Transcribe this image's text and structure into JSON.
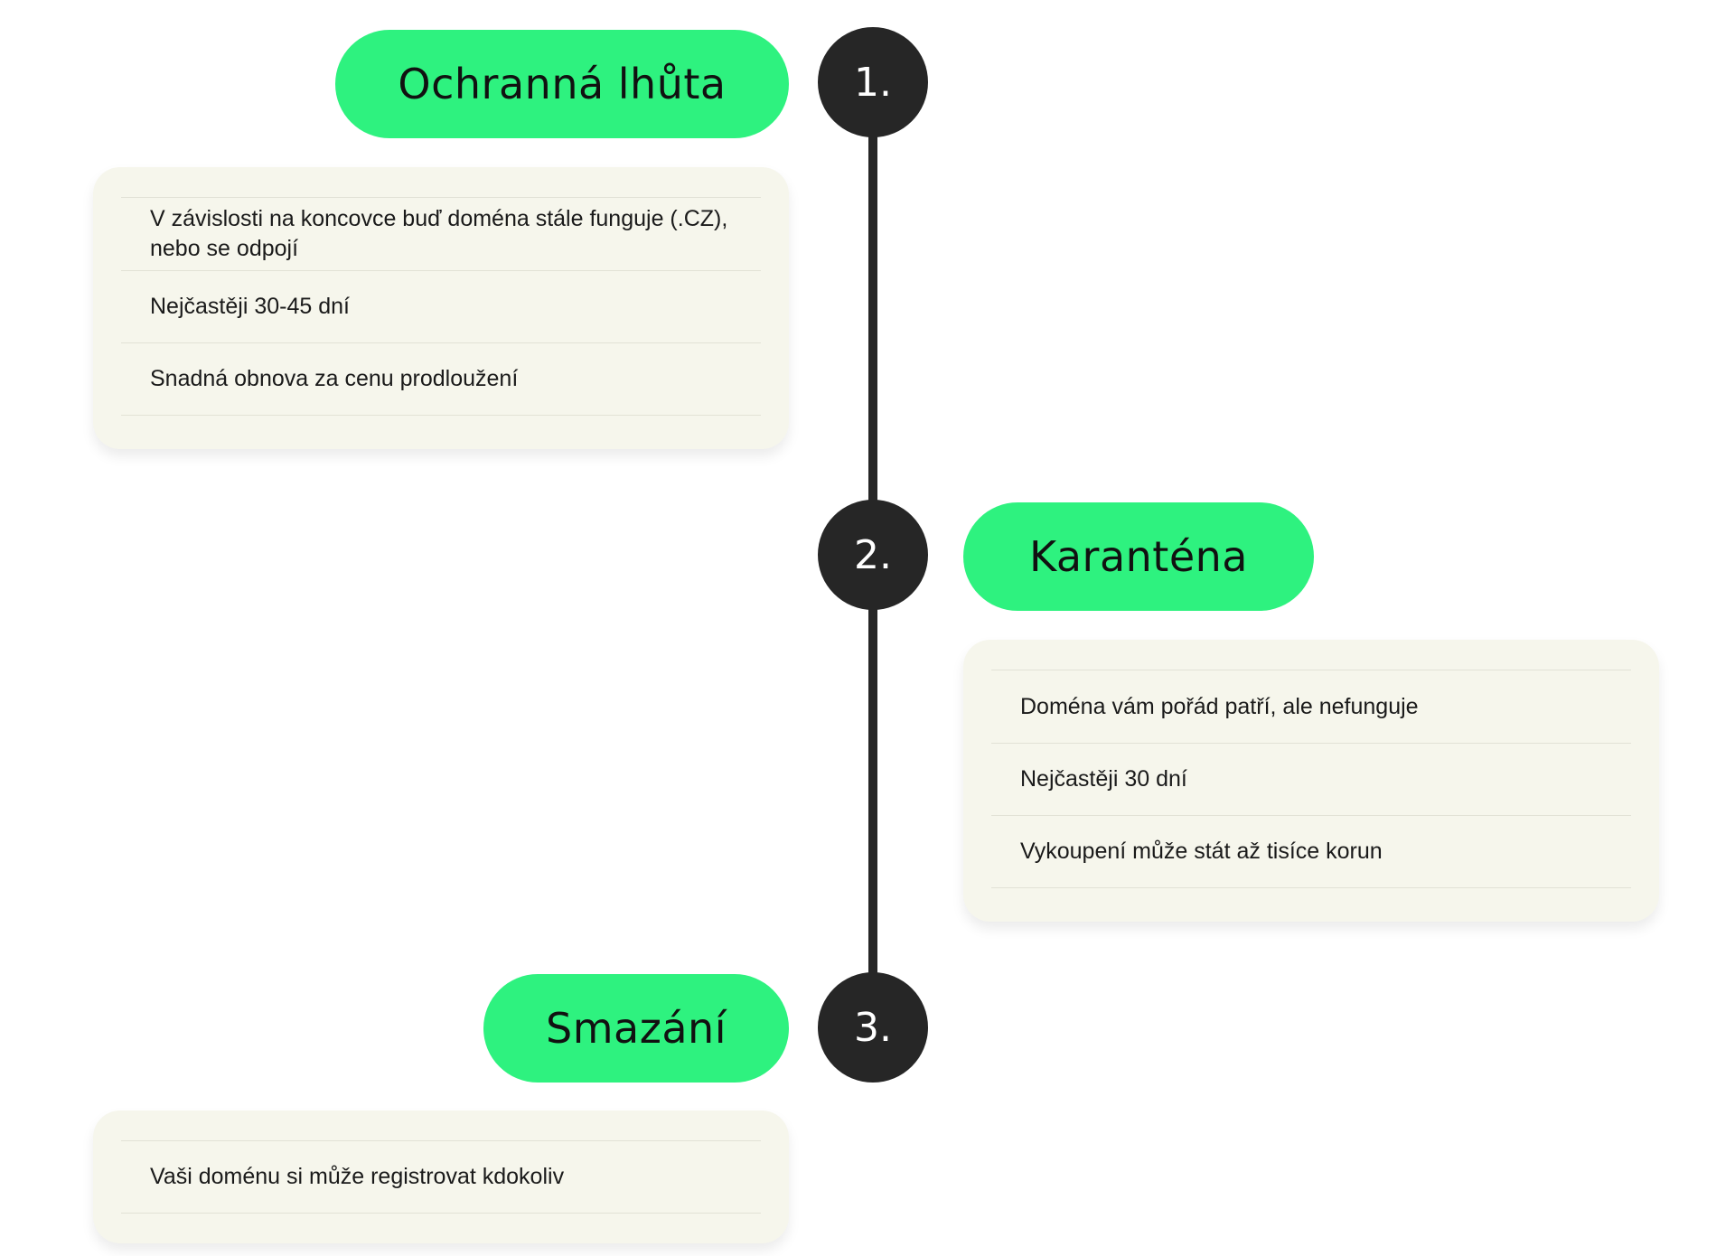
{
  "colors": {
    "pill": "#2ef27f",
    "circle": "#262626",
    "card": "#f6f6ec",
    "line": "#262626"
  },
  "steps": [
    {
      "number": "1.",
      "title": "Ochranná lhůta",
      "items": [
        "V závislosti na koncovce buď doména stále funguje (.CZ), nebo se odpojí",
        "Nejčastěji 30-45 dní",
        "Snadná obnova za cenu prodloužení"
      ]
    },
    {
      "number": "2.",
      "title": "Karanténa",
      "items": [
        "Doména vám pořád patří, ale nefunguje",
        "Nejčastěji 30 dní",
        "Vykoupení může stát až tisíce korun"
      ]
    },
    {
      "number": "3.",
      "title": "Smazání",
      "items": [
        "Vaši doménu si může registrovat kdokoliv"
      ]
    }
  ]
}
